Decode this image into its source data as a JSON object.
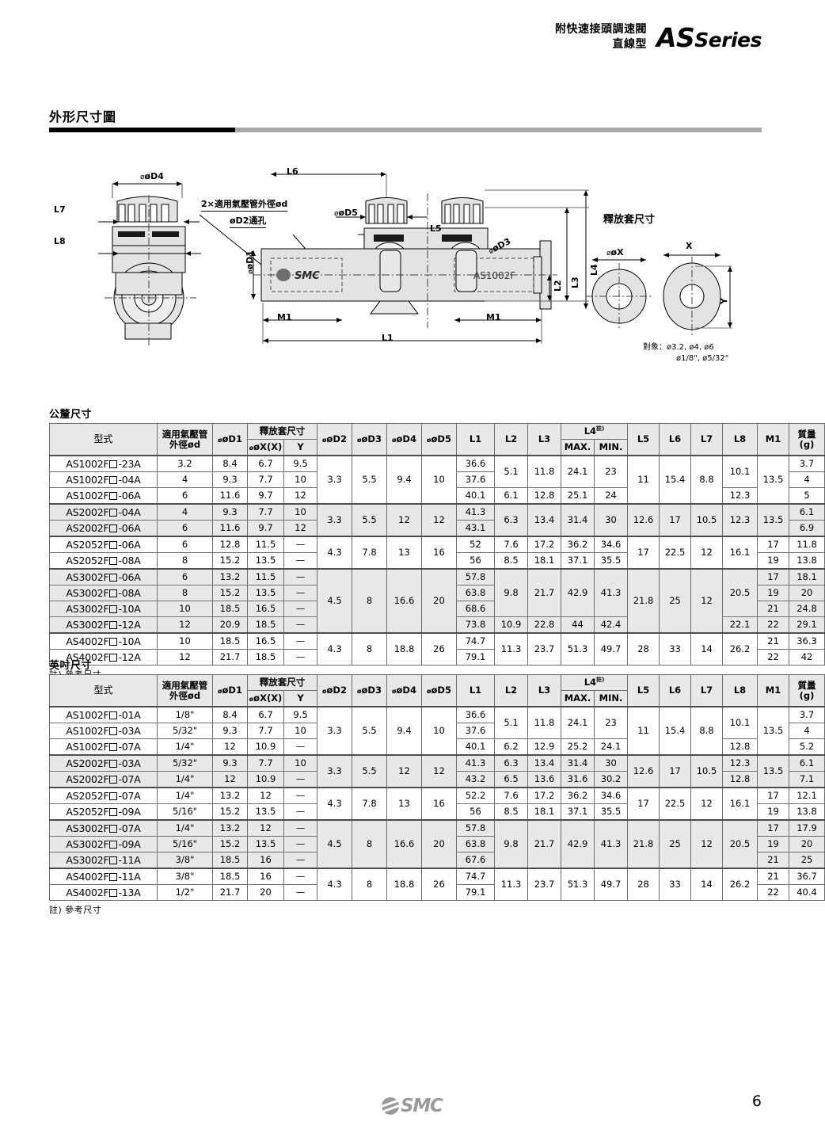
{
  "header": {
    "line1": "附快速接頭調速閥",
    "line2": "直線型",
    "series_main": "AS",
    "series_sub": "Series"
  },
  "section": {
    "title": "外形尺寸圖"
  },
  "drawing": {
    "labels": {
      "d4": "øD4",
      "d1": "øD1",
      "d2": "øD2",
      "d3": "øD3",
      "d5": "øD5",
      "l1": "L1",
      "l2": "L2",
      "l3": "L3",
      "l4": "L4",
      "l5": "L5",
      "l6": "L6",
      "l7": "L7",
      "l8": "L8",
      "m1_left": "M1",
      "m1_right": "M1"
    },
    "callout_tube": "2×適用氣壓管外徑ød",
    "callout_hole": "øD2通孔",
    "body_mark": "AS1002F",
    "body_logo": "SMC",
    "release": {
      "title": "釋放套尺寸",
      "label_ox": "øX",
      "label_x": "X",
      "label_y": "Y",
      "note_line1": "對象：ø3.2, ø4, ø6",
      "note_line2": "ø1/8\", ø5/32\""
    }
  },
  "metric_table": {
    "caption": "公釐尺寸",
    "footnote": "註) 參考尺寸",
    "headers": {
      "model": "型式",
      "tube_od_l1": "適用氣壓管",
      "tube_od_l2": "外徑ød",
      "d1": "øD1",
      "release_group": "釋放套尺寸",
      "ox_x": "øX(X)",
      "y": "Y",
      "d2": "øD2",
      "d3": "øD3",
      "d4": "øD4",
      "d5": "øD5",
      "l1": "L1",
      "l2": "L2",
      "l3": "L3",
      "l4": "L4",
      "l4_note": "註)",
      "max": "MAX.",
      "min": "MIN.",
      "l5": "L5",
      "l6": "L6",
      "l7": "L7",
      "l8": "L8",
      "m1": "M1",
      "mass_l1": "質量",
      "mass_l2": "(g)"
    },
    "rows": [
      {
        "model_pre": "AS1002F",
        "model_post": "-23A",
        "od": "3.2",
        "d1": "8.4",
        "ox": "6.7",
        "y": "9.5",
        "d2": "3.3",
        "d2_span": 3,
        "d3": "5.5",
        "d3_span": 3,
        "d4": "9.4",
        "d4_span": 3,
        "d5": "10",
        "d5_span": 3,
        "l1": "36.6",
        "l2": "5.1",
        "l2_span": 2,
        "l3": "11.8",
        "l3_span": 2,
        "l4max": "24.1",
        "l4max_span": 2,
        "l4min": "23",
        "l4min_span": 2,
        "l5": "11",
        "l5_span": 3,
        "l6": "15.4",
        "l6_span": 3,
        "l7": "8.8",
        "l7_span": 3,
        "l8": "10.1",
        "l8_span": 2,
        "m1": "13.5",
        "m1_span": 3,
        "mass": "3.7",
        "shade": false,
        "group_top": true
      },
      {
        "model_pre": "AS1002F",
        "model_post": "-04A",
        "od": "4",
        "d1": "9.3",
        "ox": "7.7",
        "y": "10",
        "l1": "37.6",
        "mass": "4",
        "shade": false
      },
      {
        "model_pre": "AS1002F",
        "model_post": "-06A",
        "od": "6",
        "d1": "11.6",
        "ox": "9.7",
        "y": "12",
        "l1": "40.1",
        "l2": "6.1",
        "l2_span": 1,
        "l3": "12.8",
        "l3_span": 1,
        "l4max": "25.1",
        "l4max_span": 1,
        "l4min": "24",
        "l4min_span": 1,
        "l8": "12.3",
        "l8_span": 1,
        "mass": "5",
        "shade": false
      },
      {
        "model_pre": "AS2002F",
        "model_post": "-04A",
        "od": "4",
        "d1": "9.3",
        "ox": "7.7",
        "y": "10",
        "d2": "3.3",
        "d2_span": 2,
        "d3": "5.5",
        "d3_span": 2,
        "d4": "12",
        "d4_span": 2,
        "d5": "12",
        "d5_span": 2,
        "l1": "41.3",
        "l2": "6.3",
        "l2_span": 2,
        "l3": "13.4",
        "l3_span": 2,
        "l4max": "31.4",
        "l4max_span": 2,
        "l4min": "30",
        "l4min_span": 2,
        "l5": "12.6",
        "l5_span": 2,
        "l6": "17",
        "l6_span": 2,
        "l7": "10.5",
        "l7_span": 2,
        "l8": "12.3",
        "l8_span": 2,
        "m1": "13.5",
        "m1_span": 2,
        "mass": "6.1",
        "shade": true,
        "group_top": true
      },
      {
        "model_pre": "AS2002F",
        "model_post": "-06A",
        "od": "6",
        "d1": "11.6",
        "ox": "9.7",
        "y": "12",
        "l1": "43.1",
        "mass": "6.9",
        "shade": true
      },
      {
        "model_pre": "AS2052F",
        "model_post": "-06A",
        "od": "6",
        "d1": "12.8",
        "ox": "11.5",
        "y": "—",
        "d2": "4.3",
        "d2_span": 2,
        "d3": "7.8",
        "d3_span": 2,
        "d4": "13",
        "d4_span": 2,
        "d5": "16",
        "d5_span": 2,
        "l1": "52",
        "l2": "7.6",
        "l2_span": 1,
        "l3": "17.2",
        "l3_span": 1,
        "l4max": "36.2",
        "l4max_span": 1,
        "l4min": "34.6",
        "l4min_span": 1,
        "l5": "17",
        "l5_span": 2,
        "l6": "22.5",
        "l6_span": 2,
        "l7": "12",
        "l7_span": 2,
        "l8": "16.1",
        "l8_span": 2,
        "m1": "17",
        "m1_span": 1,
        "mass": "11.8",
        "shade": false,
        "group_top": true
      },
      {
        "model_pre": "AS2052F",
        "model_post": "-08A",
        "od": "8",
        "d1": "15.2",
        "ox": "13.5",
        "y": "—",
        "l1": "56",
        "l2": "8.5",
        "l2_span": 1,
        "l3": "18.1",
        "l3_span": 1,
        "l4max": "37.1",
        "l4max_span": 1,
        "l4min": "35.5",
        "l4min_span": 1,
        "m1": "19",
        "m1_span": 1,
        "mass": "13.8",
        "shade": false
      },
      {
        "model_pre": "AS3002F",
        "model_post": "-06A",
        "od": "6",
        "d1": "13.2",
        "ox": "11.5",
        "y": "—",
        "d2": "4.5",
        "d2_span": 4,
        "d3": "8",
        "d3_span": 4,
        "d4": "16.6",
        "d4_span": 4,
        "d5": "20",
        "d5_span": 4,
        "l1": "57.8",
        "l2": "9.8",
        "l2_span": 3,
        "l3": "21.7",
        "l3_span": 3,
        "l4max": "42.9",
        "l4max_span": 3,
        "l4min": "41.3",
        "l4min_span": 3,
        "l5": "21.8",
        "l5_span": 4,
        "l6": "25",
        "l6_span": 4,
        "l7": "12",
        "l7_span": 4,
        "l8": "20.5",
        "l8_span": 3,
        "m1": "17",
        "m1_span": 1,
        "mass": "18.1",
        "shade": true,
        "group_top": true
      },
      {
        "model_pre": "AS3002F",
        "model_post": "-08A",
        "od": "8",
        "d1": "15.2",
        "ox": "13.5",
        "y": "—",
        "l1": "63.8",
        "m1": "19",
        "m1_span": 1,
        "mass": "20",
        "shade": true
      },
      {
        "model_pre": "AS3002F",
        "model_post": "-10A",
        "od": "10",
        "d1": "18.5",
        "ox": "16.5",
        "y": "—",
        "l1": "68.6",
        "m1": "21",
        "m1_span": 1,
        "mass": "24.8",
        "shade": true
      },
      {
        "model_pre": "AS3002F",
        "model_post": "-12A",
        "od": "12",
        "d1": "20.9",
        "ox": "18.5",
        "y": "—",
        "l1": "73.8",
        "l2": "10.9",
        "l2_span": 1,
        "l3": "22.8",
        "l3_span": 1,
        "l4max": "44",
        "l4max_span": 1,
        "l4min": "42.4",
        "l4min_span": 1,
        "l8": "22.1",
        "l8_span": 1,
        "m1": "22",
        "m1_span": 1,
        "mass": "29.1",
        "shade": true
      },
      {
        "model_pre": "AS4002F",
        "model_post": "-10A",
        "od": "10",
        "d1": "18.5",
        "ox": "16.5",
        "y": "—",
        "d2": "4.3",
        "d2_span": 2,
        "d3": "8",
        "d3_span": 2,
        "d4": "18.8",
        "d4_span": 2,
        "d5": "26",
        "d5_span": 2,
        "l1": "74.7",
        "l2": "11.3",
        "l2_span": 2,
        "l3": "23.7",
        "l3_span": 2,
        "l4max": "51.3",
        "l4max_span": 2,
        "l4min": "49.7",
        "l4min_span": 2,
        "l5": "28",
        "l5_span": 2,
        "l6": "33",
        "l6_span": 2,
        "l7": "14",
        "l7_span": 2,
        "l8": "26.2",
        "l8_span": 2,
        "m1": "21",
        "m1_span": 1,
        "mass": "36.3",
        "shade": false,
        "group_top": true
      },
      {
        "model_pre": "AS4002F",
        "model_post": "-12A",
        "od": "12",
        "d1": "21.7",
        "ox": "18.5",
        "y": "—",
        "l1": "79.1",
        "m1": "22",
        "m1_span": 1,
        "mass": "42",
        "shade": false
      }
    ]
  },
  "inch_table": {
    "caption": "英吋尺寸",
    "footnote": "註) 參考尺寸",
    "rows": [
      {
        "model_pre": "AS1002F",
        "model_post": "-01A",
        "od": "1/8\"",
        "d1": "8.4",
        "ox": "6.7",
        "y": "9.5",
        "d2": "3.3",
        "d2_span": 3,
        "d3": "5.5",
        "d3_span": 3,
        "d4": "9.4",
        "d4_span": 3,
        "d5": "10",
        "d5_span": 3,
        "l1": "36.6",
        "l2": "5.1",
        "l2_span": 2,
        "l3": "11.8",
        "l3_span": 2,
        "l4max": "24.1",
        "l4max_span": 2,
        "l4min": "23",
        "l4min_span": 2,
        "l5": "11",
        "l5_span": 3,
        "l6": "15.4",
        "l6_span": 3,
        "l7": "8.8",
        "l7_span": 3,
        "l8": "10.1",
        "l8_span": 2,
        "m1": "13.5",
        "m1_span": 3,
        "mass": "3.7",
        "shade": false,
        "group_top": true
      },
      {
        "model_pre": "AS1002F",
        "model_post": "-03A",
        "od": "5/32\"",
        "d1": "9.3",
        "ox": "7.7",
        "y": "10",
        "l1": "37.6",
        "mass": "4",
        "shade": false
      },
      {
        "model_pre": "AS1002F",
        "model_post": "-07A",
        "od": "1/4\"",
        "d1": "12",
        "ox": "10.9",
        "y": "—",
        "l1": "40.1",
        "l2": "6.2",
        "l2_span": 1,
        "l3": "12.9",
        "l3_span": 1,
        "l4max": "25.2",
        "l4max_span": 1,
        "l4min": "24.1",
        "l4min_span": 1,
        "l8": "12.8",
        "l8_span": 1,
        "mass": "5.2",
        "shade": false
      },
      {
        "model_pre": "AS2002F",
        "model_post": "-03A",
        "od": "5/32\"",
        "d1": "9.3",
        "ox": "7.7",
        "y": "10",
        "d2": "3.3",
        "d2_span": 2,
        "d3": "5.5",
        "d3_span": 2,
        "d4": "12",
        "d4_span": 2,
        "d5": "12",
        "d5_span": 2,
        "l1": "41.3",
        "l2": "6.3",
        "l2_span": 1,
        "l3": "13.4",
        "l3_span": 1,
        "l4max": "31.4",
        "l4max_span": 1,
        "l4min": "30",
        "l4min_span": 1,
        "l5": "12.6",
        "l5_span": 2,
        "l6": "17",
        "l6_span": 2,
        "l7": "10.5",
        "l7_span": 2,
        "l8": "12.3",
        "l8_span": 1,
        "m1": "13.5",
        "m1_span": 2,
        "mass": "6.1",
        "shade": true,
        "group_top": true
      },
      {
        "model_pre": "AS2002F",
        "model_post": "-07A",
        "od": "1/4\"",
        "d1": "12",
        "ox": "10.9",
        "y": "—",
        "l1": "43.2",
        "l2": "6.5",
        "l2_span": 1,
        "l3": "13.6",
        "l3_span": 1,
        "l4max": "31.6",
        "l4max_span": 1,
        "l4min": "30.2",
        "l4min_span": 1,
        "l8": "12.8",
        "l8_span": 1,
        "mass": "7.1",
        "shade": true
      },
      {
        "model_pre": "AS2052F",
        "model_post": "-07A",
        "od": "1/4\"",
        "d1": "13.2",
        "ox": "12",
        "y": "—",
        "d2": "4.3",
        "d2_span": 2,
        "d3": "7.8",
        "d3_span": 2,
        "d4": "13",
        "d4_span": 2,
        "d5": "16",
        "d5_span": 2,
        "l1": "52.2",
        "l2": "7.6",
        "l2_span": 1,
        "l3": "17.2",
        "l3_span": 1,
        "l4max": "36.2",
        "l4max_span": 1,
        "l4min": "34.6",
        "l4min_span": 1,
        "l5": "17",
        "l5_span": 2,
        "l6": "22.5",
        "l6_span": 2,
        "l7": "12",
        "l7_span": 2,
        "l8": "16.1",
        "l8_span": 2,
        "m1": "17",
        "m1_span": 1,
        "mass": "12.1",
        "shade": false,
        "group_top": true
      },
      {
        "model_pre": "AS2052F",
        "model_post": "-09A",
        "od": "5/16\"",
        "d1": "15.2",
        "ox": "13.5",
        "y": "—",
        "l1": "56",
        "l2": "8.5",
        "l2_span": 1,
        "l3": "18.1",
        "l3_span": 1,
        "l4max": "37.1",
        "l4max_span": 1,
        "l4min": "35.5",
        "l4min_span": 1,
        "m1": "19",
        "m1_span": 1,
        "mass": "13.8",
        "shade": false
      },
      {
        "model_pre": "AS3002F",
        "model_post": "-07A",
        "od": "1/4\"",
        "d1": "13.2",
        "ox": "12",
        "y": "—",
        "d2": "4.5",
        "d2_span": 3,
        "d3": "8",
        "d3_span": 3,
        "d4": "16.6",
        "d4_span": 3,
        "d5": "20",
        "d5_span": 3,
        "l1": "57.8",
        "l2": "9.8",
        "l2_span": 3,
        "l3": "21.7",
        "l3_span": 3,
        "l4max": "42.9",
        "l4max_span": 3,
        "l4min": "41.3",
        "l4min_span": 3,
        "l5": "21.8",
        "l5_span": 3,
        "l6": "25",
        "l6_span": 3,
        "l7": "12",
        "l7_span": 3,
        "l8": "20.5",
        "l8_span": 3,
        "m1": "17",
        "m1_span": 1,
        "mass": "17.9",
        "shade": true,
        "group_top": true
      },
      {
        "model_pre": "AS3002F",
        "model_post": "-09A",
        "od": "5/16\"",
        "d1": "15.2",
        "ox": "13.5",
        "y": "—",
        "l1": "63.8",
        "m1": "19",
        "m1_span": 1,
        "mass": "20",
        "shade": true
      },
      {
        "model_pre": "AS3002F",
        "model_post": "-11A",
        "od": "3/8\"",
        "d1": "18.5",
        "ox": "16",
        "y": "—",
        "l1": "67.6",
        "m1": "21",
        "m1_span": 1,
        "mass": "25",
        "shade": true
      },
      {
        "model_pre": "AS4002F",
        "model_post": "-11A",
        "od": "3/8\"",
        "d1": "18.5",
        "ox": "16",
        "y": "—",
        "d2": "4.3",
        "d2_span": 2,
        "d3": "8",
        "d3_span": 2,
        "d4": "18.8",
        "d4_span": 2,
        "d5": "26",
        "d5_span": 2,
        "l1": "74.7",
        "l2": "11.3",
        "l2_span": 2,
        "l3": "23.7",
        "l3_span": 2,
        "l4max": "51.3",
        "l4max_span": 2,
        "l4min": "49.7",
        "l4min_span": 2,
        "l5": "28",
        "l5_span": 2,
        "l6": "33",
        "l6_span": 2,
        "l7": "14",
        "l7_span": 2,
        "l8": "26.2",
        "l8_span": 2,
        "m1": "21",
        "m1_span": 1,
        "mass": "36.7",
        "shade": false,
        "group_top": true
      },
      {
        "model_pre": "AS4002F",
        "model_post": "-13A",
        "od": "1/2\"",
        "d1": "21.7",
        "ox": "20",
        "y": "—",
        "l1": "79.1",
        "m1": "22",
        "m1_span": 1,
        "mass": "40.4",
        "shade": false
      }
    ]
  },
  "footer": {
    "logo_text": "SMC",
    "page_number": "6"
  }
}
